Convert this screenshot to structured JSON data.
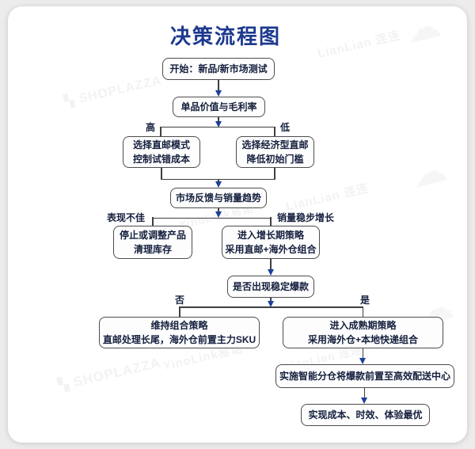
{
  "title": "决策流程图",
  "nodes": {
    "start": "开始：新品/新市场测试",
    "value": "单品价值与毛利率",
    "direct_mail": "选择直邮模式\n控制试错成本",
    "economy_mail": "选择经济型直邮\n降低初始门槛",
    "market_feedback": "市场反馈与销量趋势",
    "stop_adjust": "停止或调整产品\n清理库存",
    "growth": "进入增长期策略\n采用直邮+海外仓组合",
    "stable_hit": "是否出现稳定爆款",
    "maintain": "维持组合策略\n直邮处理长尾，海外仓前置主力SKU",
    "mature": "进入成熟期策略\n采用海外仓+本地快递组合",
    "smart_split": "实施智能分仓将爆款前置至高效配送中心",
    "optimal": "实现成本、时效、体验最优"
  },
  "branch_labels": {
    "high": "高",
    "low": "低",
    "poor": "表现不佳",
    "steady": "销量稳步增长",
    "no": "否",
    "yes": "是"
  },
  "watermarks": {
    "lianlian": "LianLian 连连",
    "shoplazza": "SHOPLAZZA",
    "yinolink": "YinoLink易诺",
    "cloud_icon": "☁",
    "shoplazza_icon": "▚"
  },
  "colors": {
    "title": "#1c398f",
    "arrowhead": "#1c3f9a",
    "connector": "#3f3f3f",
    "node_border": "#4d4d4d",
    "node_text": "#141f3d",
    "node_bg": "#fdfdfd",
    "card_bg": "#ffffff",
    "page_bg": "#ececec"
  }
}
